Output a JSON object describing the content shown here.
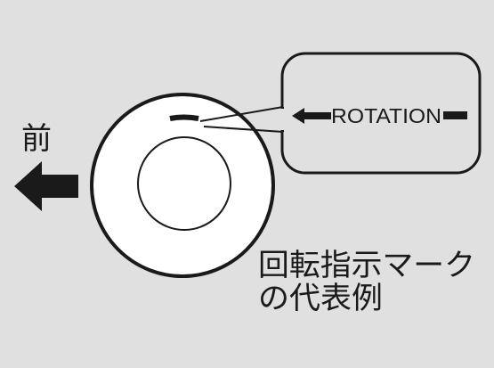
{
  "direction_label": "前",
  "callout": {
    "text": "ROTATION"
  },
  "caption": {
    "line1": "回転指示マーク",
    "line2": "の代表例"
  },
  "colors": {
    "background": "#e0e0e0",
    "callout_fill": "#e0e0e0",
    "tire_fill": "#ffffff",
    "ink": "#1a1a1a"
  },
  "icons": {
    "forward": "arrow-left-icon",
    "rotation_left": "arrow-left-small-icon",
    "rotation_right": "bar-right-icon"
  }
}
